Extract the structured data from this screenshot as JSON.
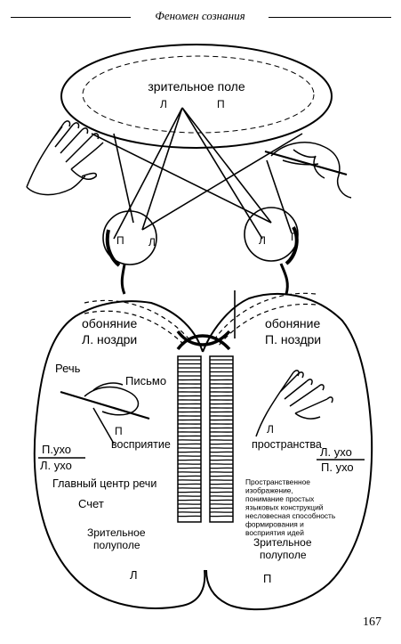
{
  "header": {
    "title": "Феномен сознания"
  },
  "page_number": "167",
  "figure": {
    "visual_field": {
      "title": "зрительное поле",
      "left": "Л",
      "right": "П"
    },
    "left_eye": {
      "p": "П",
      "l": "Л"
    },
    "right_eye": {
      "l": "Л",
      "p": "П"
    },
    "left_hemisphere": {
      "smell_line1": "обоняние",
      "smell_line2": "Л. ноздри",
      "speech": "Речь",
      "writing": "Письмо",
      "hand_marker": "П",
      "perception": "восприятие",
      "ear_top": "П.ухо",
      "ear_bottom": "Л. ухо",
      "main_speech_center": "Главный центр речи",
      "counting": "Счет",
      "half_field_line1": "Зрительное",
      "half_field_line2": "полуполе",
      "side": "Л"
    },
    "right_hemisphere": {
      "smell_line1": "обоняние",
      "smell_line2": "П. ноздри",
      "hand_marker": "Л",
      "space": "пространства",
      "ear_top": "Л. ухо",
      "ear_bottom": "П. ухо",
      "desc_lines": [
        "Пространственное",
        "изображение,",
        "понимание простых",
        "языковых конструкций",
        "несловесная способность",
        "формирования и",
        "восприятия идей"
      ],
      "half_field_line1": "Зрительное",
      "half_field_line2": "полуполе",
      "side": "П"
    }
  }
}
